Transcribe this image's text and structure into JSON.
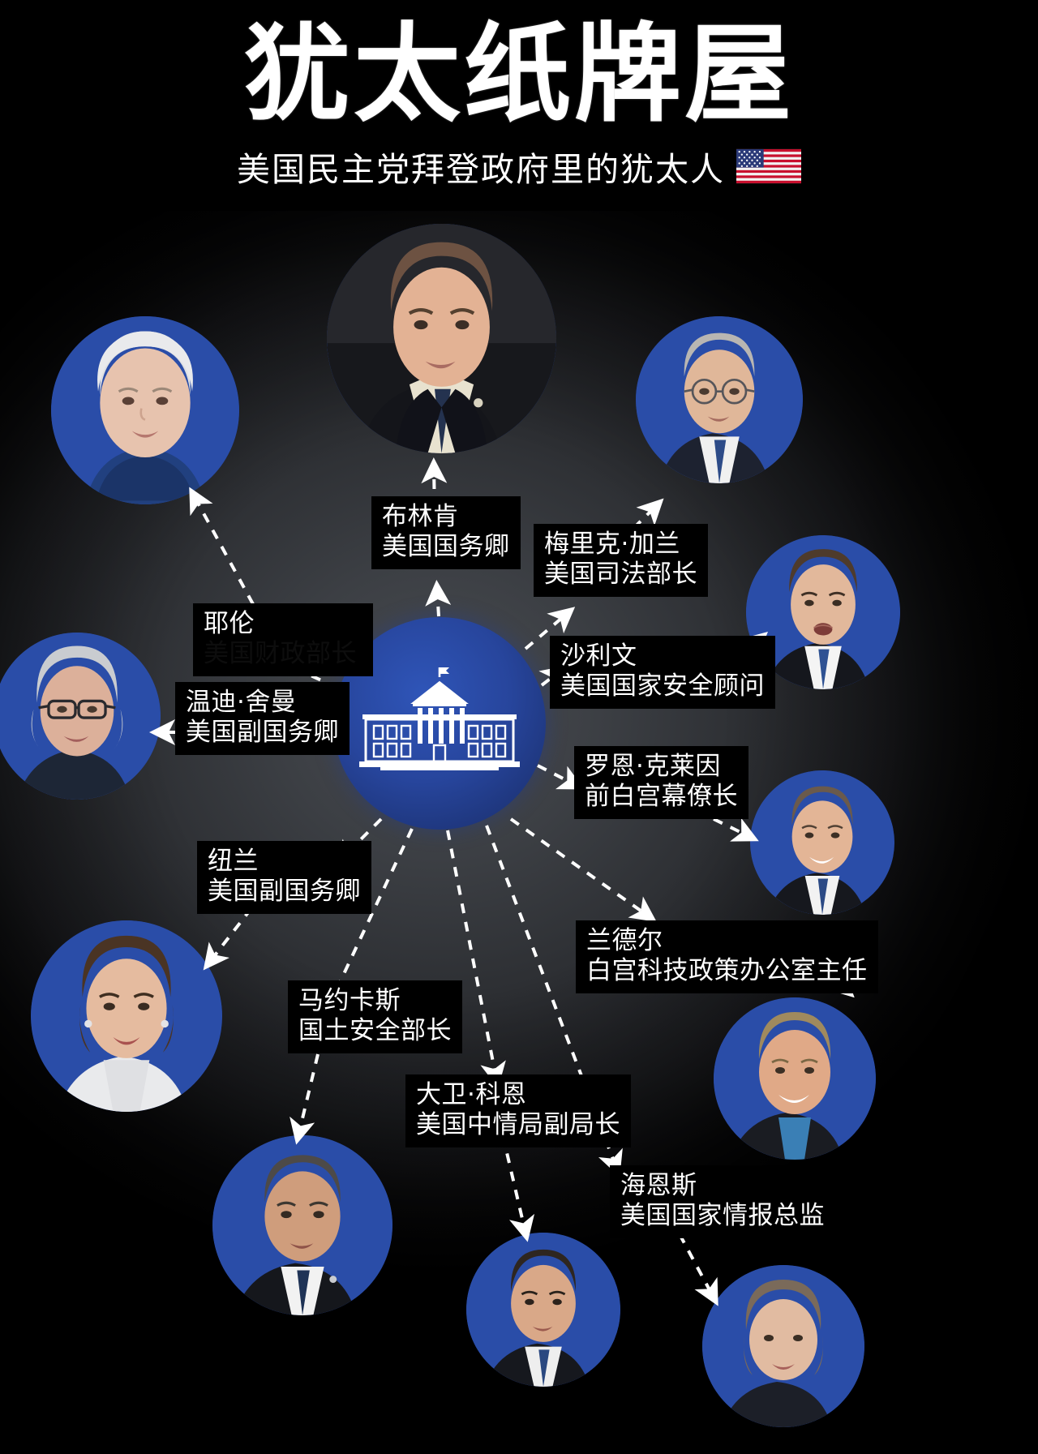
{
  "header": {
    "title": "犹太纸牌屋",
    "subtitle": "美国民主党拜登政府里的犹太人",
    "flag_icon": "us-flag-icon"
  },
  "hub": {
    "name": "白宫",
    "icon": "white-house-icon"
  },
  "colors": {
    "accent_blue": "#2a4da8",
    "background": "#000000",
    "label_background": "#000000",
    "text": "#ffffff"
  },
  "nodes": [
    {
      "id": "yellen",
      "name": "耶伦",
      "role": "美国财政部长",
      "role_visible": false,
      "portrait": "portrait-yellen"
    },
    {
      "id": "blinken",
      "name": "布林肯",
      "role": "美国国务卿",
      "role_visible": true,
      "portrait": "portrait-blinken"
    },
    {
      "id": "garland",
      "name": "梅里克·加兰",
      "role": "美国司法部长",
      "role_visible": true,
      "portrait": "portrait-garland"
    },
    {
      "id": "sullivan",
      "name": "沙利文",
      "role": "美国国家安全顾问",
      "role_visible": true,
      "portrait": "portrait-sullivan"
    },
    {
      "id": "sherman",
      "name": "温迪·舍曼",
      "role": "美国副国务卿",
      "role_visible": true,
      "portrait": "portrait-sherman"
    },
    {
      "id": "klain",
      "name": "罗恩·克莱因",
      "role": "前白宫幕僚长",
      "role_visible": true,
      "portrait": "portrait-klain"
    },
    {
      "id": "nuland",
      "name": "纽兰",
      "role": "美国副国务卿",
      "role_visible": true,
      "portrait": "portrait-nuland"
    },
    {
      "id": "randall",
      "name": "兰德尔",
      "role": "白宫科技政策办公室主任",
      "role_visible": true,
      "portrait": "portrait-randall"
    },
    {
      "id": "mayorkas",
      "name": "马约卡斯",
      "role": "国土安全部长",
      "role_visible": true,
      "portrait": "portrait-mayorkas"
    },
    {
      "id": "cohen",
      "name": "大卫·科恩",
      "role": "美国中情局副局长",
      "role_visible": true,
      "portrait": "portrait-cohen"
    },
    {
      "id": "haines",
      "name": "海恩斯",
      "role": "美国国家情报总监",
      "role_visible": true,
      "portrait": "portrait-haines"
    }
  ]
}
